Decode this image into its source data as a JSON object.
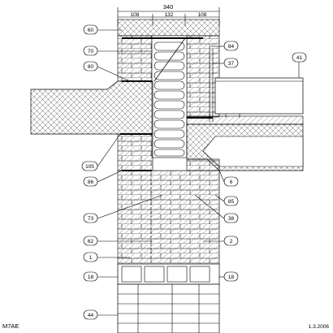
{
  "dimensions": {
    "total": "340",
    "left": "108",
    "middle": "132",
    "right": "108"
  },
  "tags": {
    "t60": "60",
    "t70": "70",
    "t80": "80",
    "t84": "84",
    "t37": "37",
    "t41": "41",
    "t105": "105",
    "t86": "86",
    "t6": "6",
    "t85": "85",
    "t73": "73",
    "t38": "38",
    "t62": "62",
    "t2": "2",
    "t1": "1",
    "t18l": "18",
    "t18r": "18",
    "t44": "44"
  },
  "drawing_code": "M7AE",
  "date": "1.3.2006",
  "colors": {
    "line": "#000000",
    "paper": "#ffffff",
    "hatch": "#555555"
  }
}
